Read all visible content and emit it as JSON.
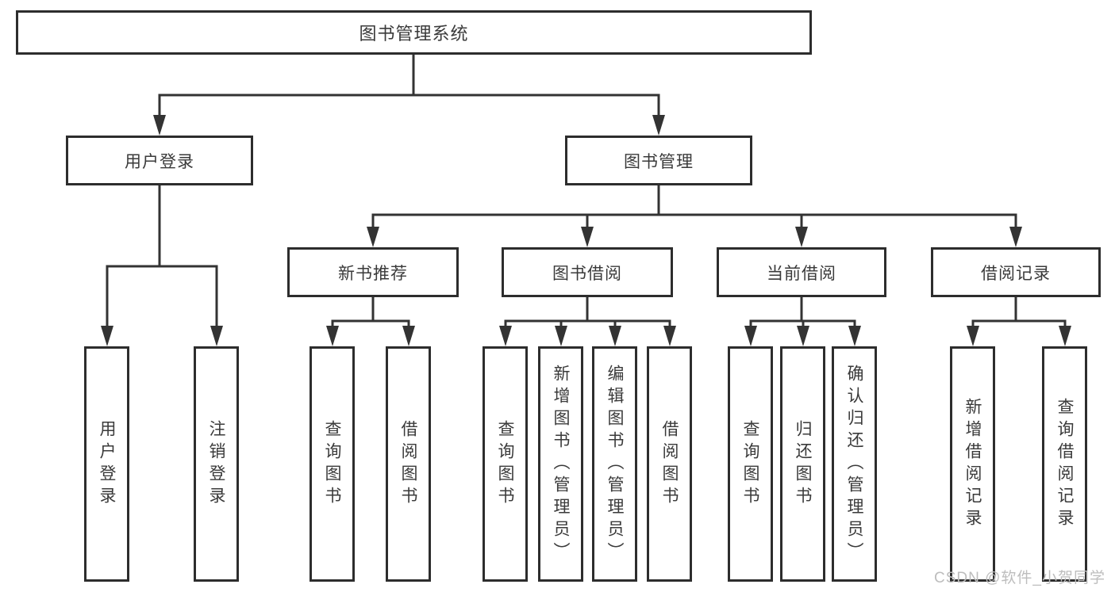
{
  "colors": {
    "background": "#ffffff",
    "line": "#333333",
    "box_border": "#2d2d2d",
    "text": "#3a3a3a",
    "watermark": "#bdbdbd"
  },
  "watermark": {
    "text": "CSDN @软件_小贺同学"
  },
  "tree": {
    "label": "图书管理系统",
    "children": [
      {
        "label": "用户登录",
        "children": [
          {
            "label": "用户登录"
          },
          {
            "label": "注销登录"
          }
        ]
      },
      {
        "label": "图书管理",
        "children": [
          {
            "label": "新书推荐",
            "children": [
              {
                "label": "查询图书"
              },
              {
                "label": "借阅图书"
              }
            ]
          },
          {
            "label": "图书借阅",
            "children": [
              {
                "label": "查询图书"
              },
              {
                "label": "新增图书（管理员）"
              },
              {
                "label": "编辑图书（管理员）"
              },
              {
                "label": "借阅图书"
              }
            ]
          },
          {
            "label": "当前借阅",
            "children": [
              {
                "label": "查询图书"
              },
              {
                "label": "归还图书"
              },
              {
                "label": "确认归还（管理员）"
              }
            ]
          },
          {
            "label": "借阅记录",
            "children": [
              {
                "label": "新增借阅记录"
              },
              {
                "label": "查询借阅记录"
              }
            ]
          }
        ]
      }
    ]
  }
}
